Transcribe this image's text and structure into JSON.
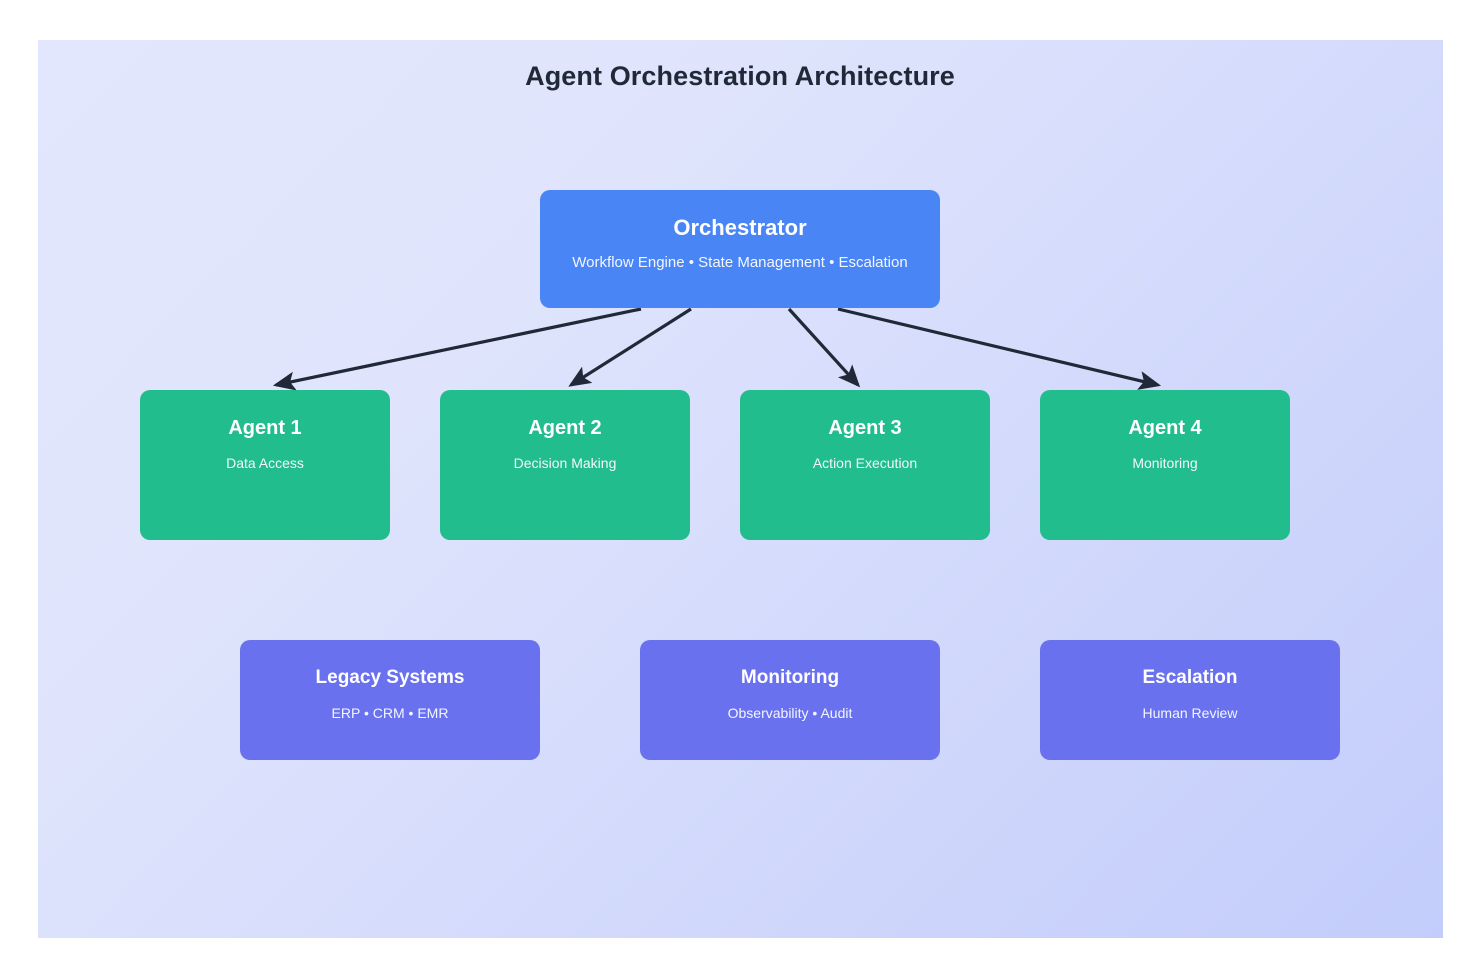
{
  "page": {
    "title": "Agent Orchestration Architecture",
    "background_outer": "#ffffff",
    "canvas_gradient_from": "#e3e7fd",
    "canvas_gradient_to": "#c3cdfb",
    "title_color": "#1f2937"
  },
  "palette": {
    "orchestrator": "#4a85f5",
    "agent": "#22bd8c",
    "support": "#6a71ef",
    "edge": "#1f2937",
    "node_text": "#ffffff"
  },
  "orchestrator": {
    "title": "Orchestrator",
    "subtitle": "Workflow Engine • State Management • Escalation"
  },
  "agents": [
    {
      "title": "Agent 1",
      "subtitle": "Data Access"
    },
    {
      "title": "Agent 2",
      "subtitle": "Decision Making"
    },
    {
      "title": "Agent 3",
      "subtitle": "Action Execution"
    },
    {
      "title": "Agent 4",
      "subtitle": "Monitoring"
    }
  ],
  "support": [
    {
      "title": "Legacy Systems",
      "subtitle": "ERP • CRM • EMR"
    },
    {
      "title": "Monitoring",
      "subtitle": "Observability • Audit"
    },
    {
      "title": "Escalation",
      "subtitle": "Human Review"
    }
  ],
  "edges": [
    {
      "from": "Orchestrator",
      "to": "Agent 1"
    },
    {
      "from": "Orchestrator",
      "to": "Agent 2"
    },
    {
      "from": "Orchestrator",
      "to": "Agent 3"
    },
    {
      "from": "Orchestrator",
      "to": "Agent 4"
    }
  ]
}
